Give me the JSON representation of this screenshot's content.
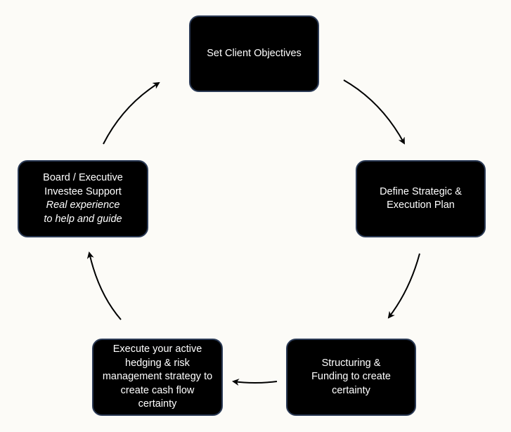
{
  "diagram": {
    "nodes": [
      {
        "id": "set-client-objectives",
        "lines": [
          "Set Client Objectives"
        ]
      },
      {
        "id": "define-strategic-plan",
        "lines": [
          "Define Strategic &",
          "Execution Plan"
        ]
      },
      {
        "id": "structuring-funding",
        "lines": [
          "Structuring &",
          "Funding to create",
          "certainty"
        ]
      },
      {
        "id": "execute-hedging",
        "lines": [
          "Execute your active",
          "hedging & risk",
          "management strategy to",
          "create cash flow",
          "certainty"
        ]
      },
      {
        "id": "board-support",
        "lines": [
          "Board / Executive",
          "Investee Support"
        ],
        "italic_lines": [
          "Real experience",
          "to help and guide"
        ]
      }
    ],
    "flow": "clockwise",
    "colors": {
      "background": "#fcfbf7",
      "box_fill": "#000000",
      "box_border": "#2b3a55",
      "box_text": "#ffffff",
      "arrow": "#000000"
    }
  }
}
